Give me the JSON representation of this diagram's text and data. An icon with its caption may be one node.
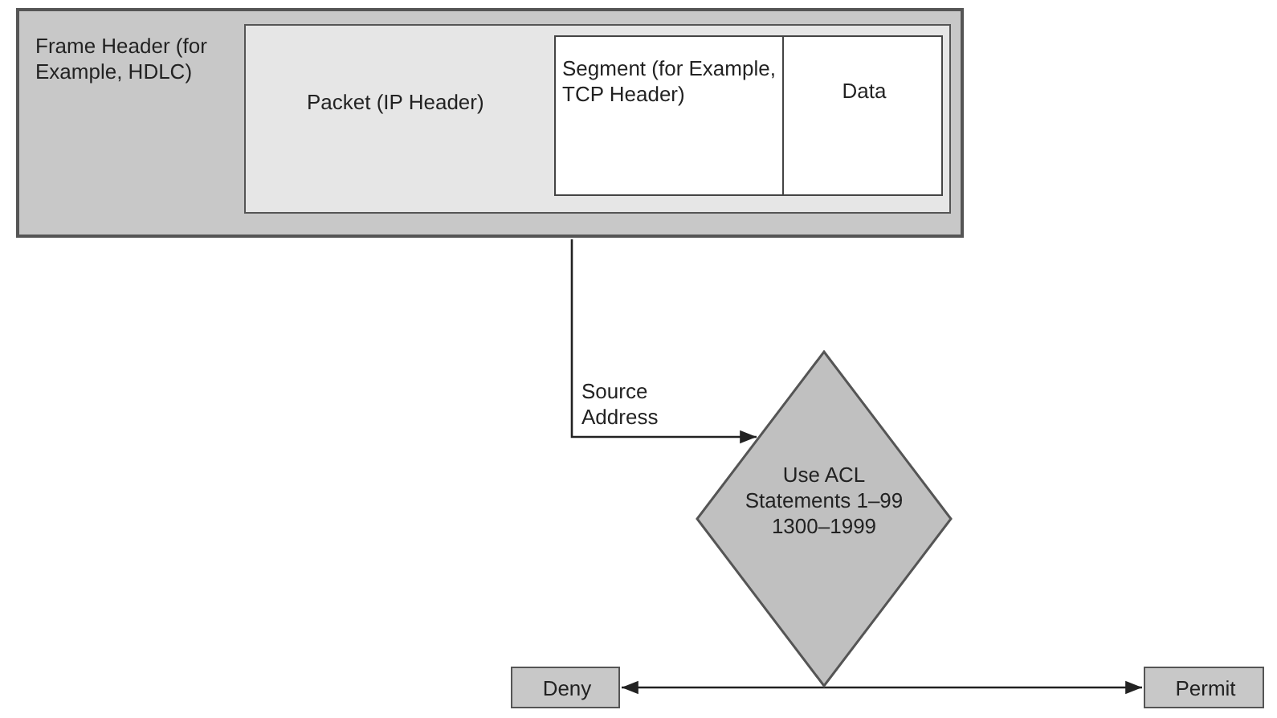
{
  "diagram": {
    "nodes": [
      {
        "text": [
          "Frame Header (for Example, HDLC)"
        ]
      },
      {
        "text": [
          "Packet (IP Header)"
        ],
        "in": 0
      },
      {
        "text": [
          "Segment (for Example, TCP Header)"
        ],
        "in": 1
      },
      {
        "text": [
          "Data"
        ],
        "in": 1
      },
      {
        "text": [
          "Use ACL Statements 1–99 1300–1999"
        ]
      },
      {
        "text": [
          "Deny"
        ]
      },
      {
        "text": [
          "Permit"
        ]
      }
    ],
    "edges": [
      {
        "from": 0,
        "to": 4,
        "arrow": "to",
        "label": "Source Address"
      },
      {
        "from": 4,
        "to": 5,
        "arrow": "to"
      },
      {
        "from": 4,
        "to": 6,
        "arrow": "to"
      }
    ]
  }
}
